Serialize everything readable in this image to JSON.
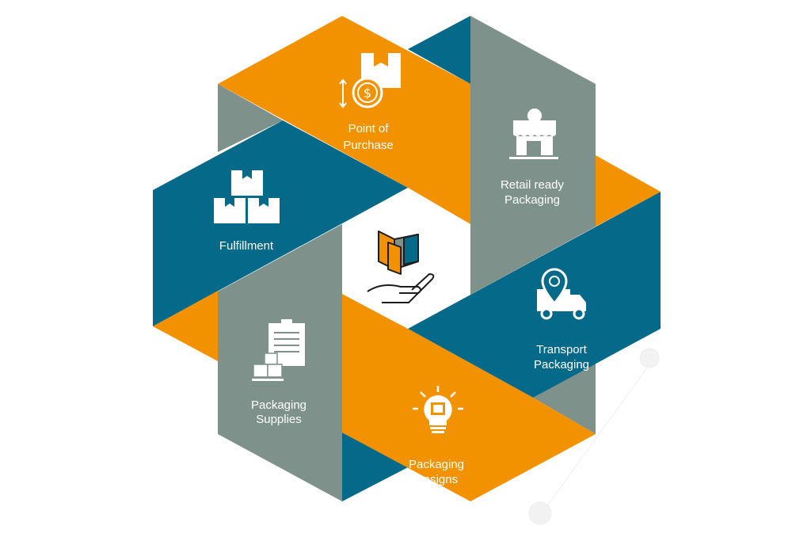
{
  "colors": {
    "orange": "#F39200",
    "teal": "#05698A",
    "gray": "#7E918A",
    "white": "#FFFFFF"
  },
  "segments": [
    {
      "id": "point-of-purchase",
      "line1": "Point of",
      "line2": "Purchase",
      "icon": "dollar-box-icon"
    },
    {
      "id": "retail-ready",
      "line1": "Retail ready",
      "line2": "Packaging",
      "icon": "storefront-icon"
    },
    {
      "id": "transport",
      "line1": "Transport",
      "line2": "Packaging",
      "icon": "delivery-truck-icon"
    },
    {
      "id": "designs",
      "line1": "Packaging",
      "line2": "Designs",
      "icon": "lightbulb-icon"
    },
    {
      "id": "supplies",
      "line1": "Packaging",
      "line2": "Supplies",
      "icon": "clipboard-boxes-icon"
    },
    {
      "id": "fulfillment",
      "line1": "Fulfillment",
      "icon": "stacked-boxes-icon"
    }
  ],
  "center": {
    "icon": "hand-holding-box-icon"
  }
}
